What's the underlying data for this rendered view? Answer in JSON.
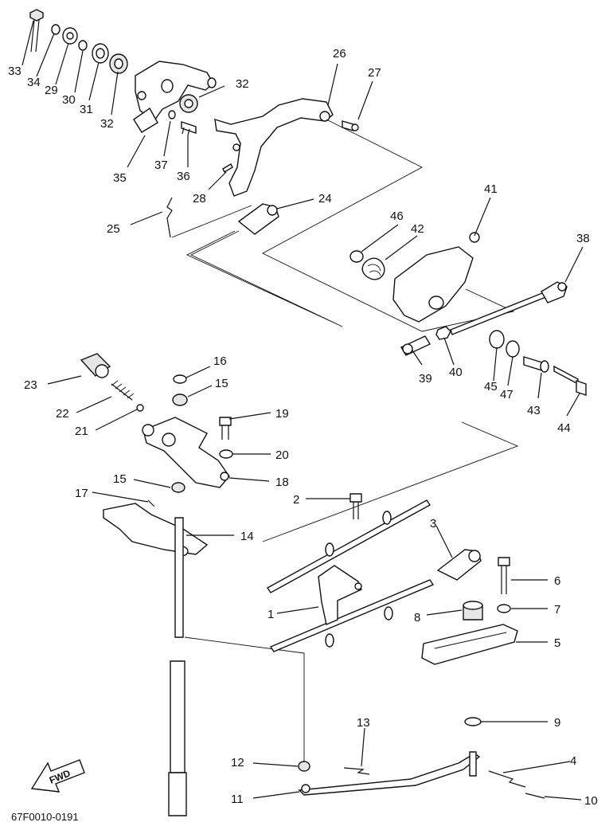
{
  "diagram": {
    "code": "67F0010-0191",
    "fwd_label": "FWD",
    "callouts": [
      {
        "id": "c33",
        "text": "33"
      },
      {
        "id": "c34",
        "text": "34"
      },
      {
        "id": "c29",
        "text": "29"
      },
      {
        "id": "c30",
        "text": "30"
      },
      {
        "id": "c31",
        "text": "31"
      },
      {
        "id": "c32a",
        "text": "32"
      },
      {
        "id": "c32b",
        "text": "32"
      },
      {
        "id": "c35",
        "text": "35"
      },
      {
        "id": "c37",
        "text": "37"
      },
      {
        "id": "c36",
        "text": "36"
      },
      {
        "id": "c26",
        "text": "26"
      },
      {
        "id": "c27",
        "text": "27"
      },
      {
        "id": "c28",
        "text": "28"
      },
      {
        "id": "c24",
        "text": "24"
      },
      {
        "id": "c25",
        "text": "25"
      },
      {
        "id": "c41",
        "text": "41"
      },
      {
        "id": "c46",
        "text": "46"
      },
      {
        "id": "c42",
        "text": "42"
      },
      {
        "id": "c38",
        "text": "38"
      },
      {
        "id": "c39",
        "text": "39"
      },
      {
        "id": "c40",
        "text": "40"
      },
      {
        "id": "c45",
        "text": "45"
      },
      {
        "id": "c47",
        "text": "47"
      },
      {
        "id": "c43",
        "text": "43"
      },
      {
        "id": "c44",
        "text": "44"
      },
      {
        "id": "c16",
        "text": "16"
      },
      {
        "id": "c15a",
        "text": "15"
      },
      {
        "id": "c23",
        "text": "23"
      },
      {
        "id": "c22",
        "text": "22"
      },
      {
        "id": "c21",
        "text": "21"
      },
      {
        "id": "c19",
        "text": "19"
      },
      {
        "id": "c20",
        "text": "20"
      },
      {
        "id": "c18",
        "text": "18"
      },
      {
        "id": "c15b",
        "text": "15"
      },
      {
        "id": "c17",
        "text": "17"
      },
      {
        "id": "c14",
        "text": "14"
      },
      {
        "id": "c2",
        "text": "2"
      },
      {
        "id": "c3",
        "text": "3"
      },
      {
        "id": "c6",
        "text": "6"
      },
      {
        "id": "c7",
        "text": "7"
      },
      {
        "id": "c8",
        "text": "8"
      },
      {
        "id": "c1",
        "text": "1"
      },
      {
        "id": "c5",
        "text": "5"
      },
      {
        "id": "c9",
        "text": "9"
      },
      {
        "id": "c13",
        "text": "13"
      },
      {
        "id": "c12",
        "text": "12"
      },
      {
        "id": "c4",
        "text": "4"
      },
      {
        "id": "c11",
        "text": "11"
      },
      {
        "id": "c10",
        "text": "10"
      }
    ]
  }
}
